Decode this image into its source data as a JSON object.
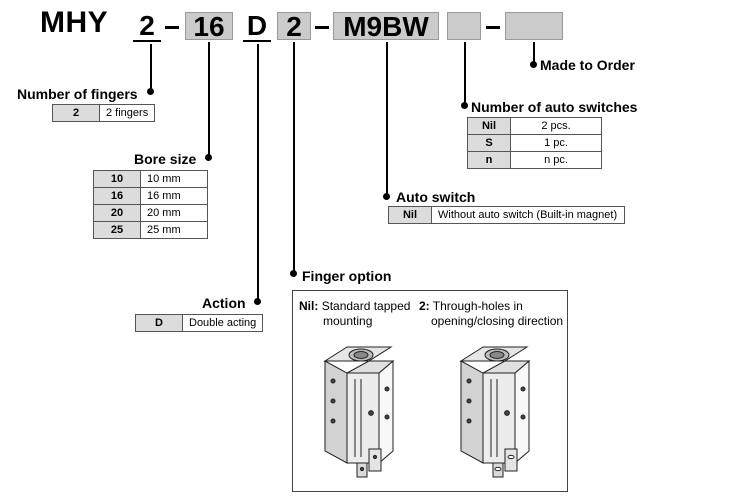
{
  "model_code": {
    "prefix": "MHY",
    "segments": [
      "2",
      "16",
      "D",
      "2",
      "M9BW",
      "",
      ""
    ]
  },
  "sections": {
    "number_of_fingers": {
      "title": "Number of fingers",
      "rows": [
        [
          "2",
          "2 fingers"
        ]
      ]
    },
    "bore_size": {
      "title": "Bore size",
      "rows": [
        [
          "10",
          "10 mm"
        ],
        [
          "16",
          "16 mm"
        ],
        [
          "20",
          "20 mm"
        ],
        [
          "25",
          "25 mm"
        ]
      ]
    },
    "action": {
      "title": "Action",
      "rows": [
        [
          "D",
          "Double acting"
        ]
      ]
    },
    "finger_option": {
      "title": "Finger option",
      "options": [
        {
          "key": "Nil:",
          "text1": "Standard tapped",
          "text2": "mounting"
        },
        {
          "key": "2:",
          "text1": "Through-holes in",
          "text2": "opening/closing direction"
        }
      ]
    },
    "auto_switch": {
      "title": "Auto switch",
      "rows": [
        [
          "Nil",
          "Without auto switch (Built-in magnet)"
        ]
      ]
    },
    "number_of_auto_switches": {
      "title": "Number of auto switches",
      "rows": [
        [
          "Nil",
          "2 pcs."
        ],
        [
          "S",
          "1 pc."
        ],
        [
          "n",
          "n pc."
        ]
      ]
    },
    "made_to_order": {
      "title": "Made to Order"
    }
  }
}
